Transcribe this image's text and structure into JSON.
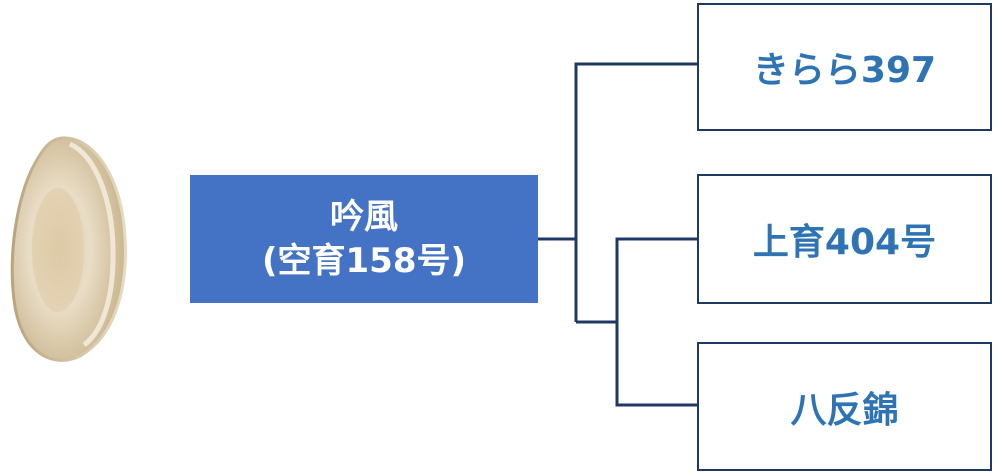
{
  "root": {
    "name": "吟風",
    "code": "(空育158号)",
    "fill_color": "#4472c4"
  },
  "children": [
    {
      "label": "きらら397"
    },
    {
      "label": "上育404号"
    },
    {
      "label": "八反錦"
    }
  ],
  "colors": {
    "connector": "#1f3864",
    "leaf_text": "#2e74b5",
    "leaf_border": "#1f3864"
  },
  "icons": {
    "grain": "rice-grain-icon"
  }
}
